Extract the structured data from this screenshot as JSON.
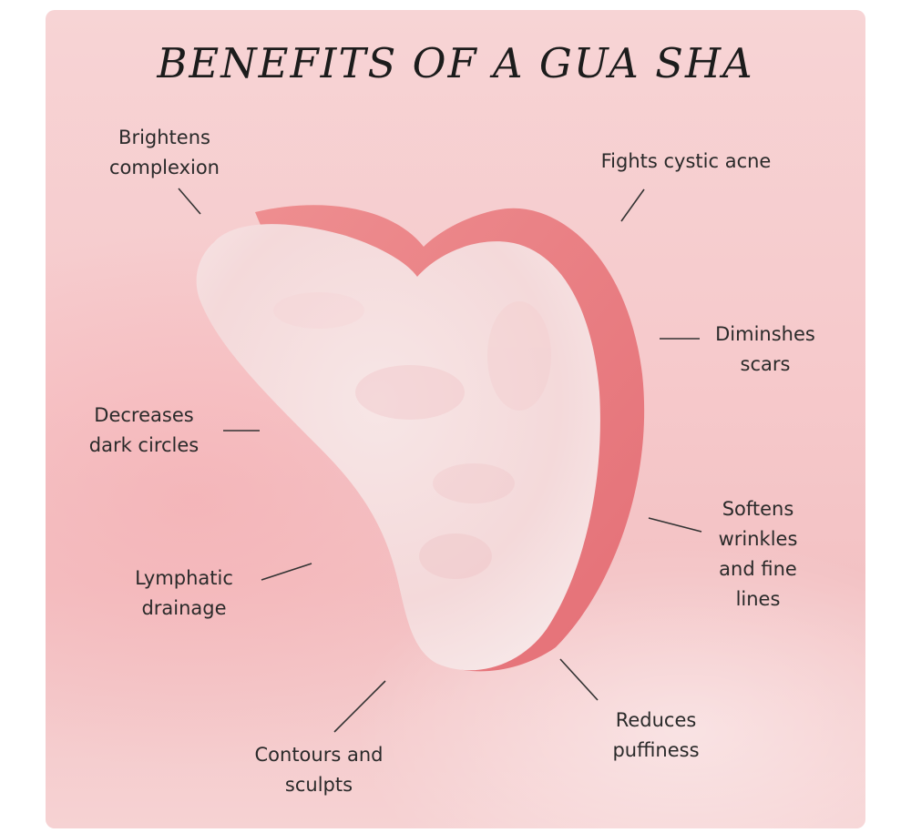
{
  "title": "BENEFITS OF A GUA SHA",
  "illustration": {
    "name": "heart-shaped rose quartz gua sha",
    "colors": {
      "stone": "#f5dfe0",
      "shadow": "#e8787e",
      "background": "#f6c9cb"
    }
  },
  "labels": {
    "brightens": [
      "Brightens",
      "complexion"
    ],
    "acne": [
      "Fights cystic acne"
    ],
    "scars": [
      "Diminshes",
      "scars"
    ],
    "dark_circles": [
      "Decreases",
      "dark circles"
    ],
    "wrinkles": [
      "Softens",
      "wrinkles",
      "and fine",
      "lines"
    ],
    "lymphatic": [
      "Lymphatic",
      "drainage"
    ],
    "puffiness": [
      "Reduces",
      "puffiness"
    ],
    "contours": [
      "Contours and",
      "sculpts"
    ]
  }
}
